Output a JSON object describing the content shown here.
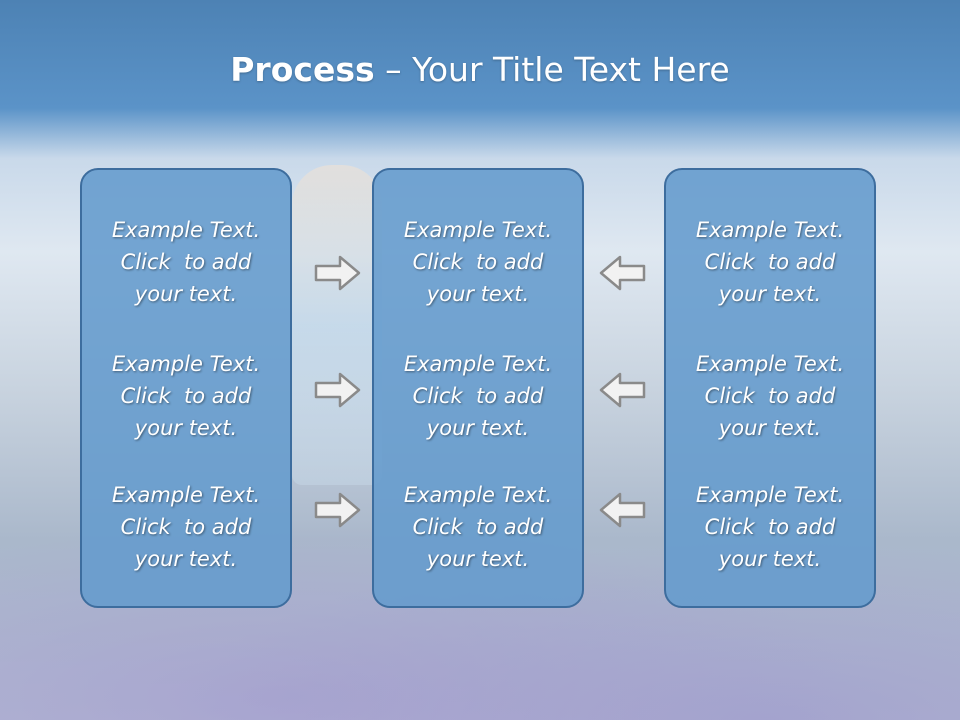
{
  "slide": {
    "title_bold": "Process",
    "title_rest": " – Your Title Text Here",
    "accent": "#4d82b4",
    "panel_color": "#649bcd"
  },
  "panels": [
    {
      "blocks": [
        {
          "line1": "Example Text.",
          "line2": "Click  to add",
          "line3": "your text."
        },
        {
          "line1": "Example Text.",
          "line2": "Click  to add",
          "line3": "your text."
        },
        {
          "line1": "Example Text.",
          "line2": "Click  to add",
          "line3": "your text."
        }
      ]
    },
    {
      "blocks": [
        {
          "line1": "Example Text.",
          "line2": "Click  to add",
          "line3": "your text."
        },
        {
          "line1": "Example Text.",
          "line2": "Click  to add",
          "line3": "your text."
        },
        {
          "line1": "Example Text.",
          "line2": "Click  to add",
          "line3": "your text."
        }
      ]
    },
    {
      "blocks": [
        {
          "line1": "Example Text.",
          "line2": "Click  to add",
          "line3": "your text."
        },
        {
          "line1": "Example Text.",
          "line2": "Click  to add",
          "line3": "your text."
        },
        {
          "line1": "Example Text.",
          "line2": "Click  to add",
          "line3": "your text."
        }
      ]
    }
  ],
  "arrows": [
    {
      "icon": "arrow-right-icon"
    },
    {
      "icon": "arrow-right-icon"
    },
    {
      "icon": "arrow-right-icon"
    },
    {
      "icon": "arrow-left-icon"
    },
    {
      "icon": "arrow-left-icon"
    },
    {
      "icon": "arrow-left-icon"
    }
  ]
}
